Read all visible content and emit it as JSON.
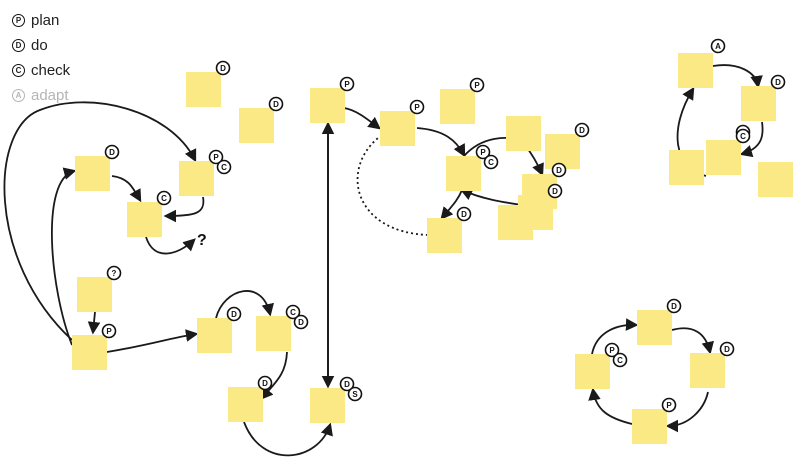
{
  "legend": [
    {
      "letter": "P",
      "label": "plan",
      "muted": false
    },
    {
      "letter": "D",
      "label": "do",
      "muted": false
    },
    {
      "letter": "C",
      "label": "check",
      "muted": false
    },
    {
      "letter": "A",
      "label": "adapt",
      "muted": true
    }
  ],
  "question_mark": "?",
  "notes": [
    {
      "id": "n1",
      "badges": [
        "D"
      ]
    },
    {
      "id": "n2",
      "badges": [
        "D"
      ]
    },
    {
      "id": "n3",
      "badges": [
        "D"
      ]
    },
    {
      "id": "n4",
      "badges": [
        "P",
        "C"
      ]
    },
    {
      "id": "n5",
      "badges": [
        "C"
      ]
    },
    {
      "id": "n6",
      "badges": [
        "?"
      ]
    },
    {
      "id": "n7",
      "badges": [
        "P"
      ]
    },
    {
      "id": "n8",
      "badges": [
        "D"
      ]
    },
    {
      "id": "n9",
      "badges": [
        "C",
        "D"
      ]
    },
    {
      "id": "n10",
      "badges": [
        "D"
      ]
    },
    {
      "id": "n11",
      "badges": [
        "P"
      ]
    },
    {
      "id": "n12",
      "badges": [
        "D",
        "S"
      ]
    },
    {
      "id": "n13",
      "badges": [
        "P"
      ]
    },
    {
      "id": "n14",
      "badges": [
        "P"
      ]
    },
    {
      "id": "n15",
      "badges": []
    },
    {
      "id": "n16",
      "badges": [
        "D"
      ]
    },
    {
      "id": "n17",
      "badges": [
        "P",
        "C"
      ]
    },
    {
      "id": "n18",
      "badges": [
        "D"
      ]
    },
    {
      "id": "n19",
      "badges": []
    },
    {
      "id": "n20",
      "badges": [
        "D"
      ]
    },
    {
      "id": "n21",
      "badges": [
        "D"
      ]
    },
    {
      "id": "n22",
      "badges": [
        "A"
      ]
    },
    {
      "id": "n23",
      "badges": [
        "D"
      ]
    },
    {
      "id": "n24",
      "badges": [
        "C"
      ]
    },
    {
      "id": "n25",
      "badges": [
        "C"
      ]
    },
    {
      "id": "n26",
      "badges": []
    },
    {
      "id": "n27",
      "badges": [
        "D"
      ]
    },
    {
      "id": "n28",
      "badges": [
        "P",
        "C"
      ]
    },
    {
      "id": "n29",
      "badges": [
        "D"
      ]
    },
    {
      "id": "n30",
      "badges": [
        "P"
      ]
    }
  ],
  "edges": [
    {
      "from": "n3",
      "to": "n5"
    },
    {
      "from": "n4",
      "to": "n5"
    },
    {
      "from": "n5",
      "to": "question"
    },
    {
      "from": "n6",
      "to": "n7"
    },
    {
      "from": "n7",
      "to": "n3"
    },
    {
      "from": "n7",
      "to": "n4"
    },
    {
      "from": "n7",
      "to": "n8"
    },
    {
      "from": "n8",
      "to": "n9"
    },
    {
      "from": "n9",
      "to": "n10"
    },
    {
      "from": "n10",
      "to": "n12"
    },
    {
      "from": "n11",
      "to": "n12"
    },
    {
      "from": "n12",
      "to": "n11"
    },
    {
      "from": "n11",
      "to": "n14"
    },
    {
      "from": "n14",
      "to": "n17"
    },
    {
      "from": "n17",
      "to": "n16"
    },
    {
      "from": "n16",
      "to": "n18"
    },
    {
      "from": "n18",
      "to": "n17"
    },
    {
      "from": "n17",
      "to": "n21"
    },
    {
      "from": "n21",
      "to": "n14",
      "style": "dotted"
    },
    {
      "from": "n22",
      "to": "n23"
    },
    {
      "from": "n23",
      "to": "n24"
    },
    {
      "from": "n25",
      "to": "n22"
    },
    {
      "from": "n27",
      "to": "n29"
    },
    {
      "from": "n29",
      "to": "n30"
    },
    {
      "from": "n30",
      "to": "n28"
    },
    {
      "from": "n28",
      "to": "n27"
    }
  ]
}
